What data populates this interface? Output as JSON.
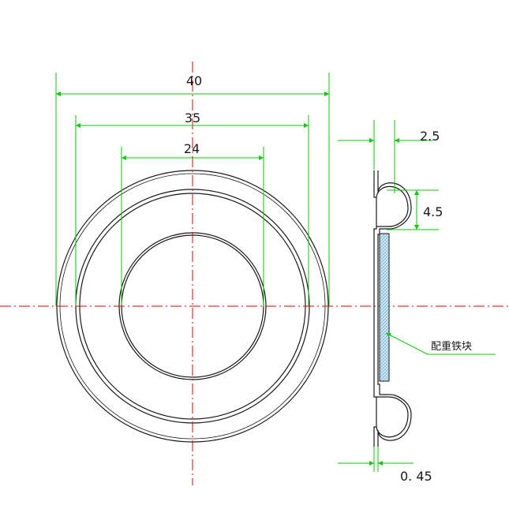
{
  "dimensions": {
    "outer_diameter": "40",
    "middle_diameter": "35",
    "inner_diameter": "24",
    "flange_offset": "2.5",
    "groove_height": "4.5",
    "thickness": "0. 45"
  },
  "annotation": {
    "weight_block": "配重铁块"
  },
  "colors": {
    "outline": "#1a1a1a",
    "dimension": "#00cc00",
    "centerline": "#e00000",
    "block_fill": "#cfe8f5",
    "block_hatch": "#5aa0c8"
  }
}
